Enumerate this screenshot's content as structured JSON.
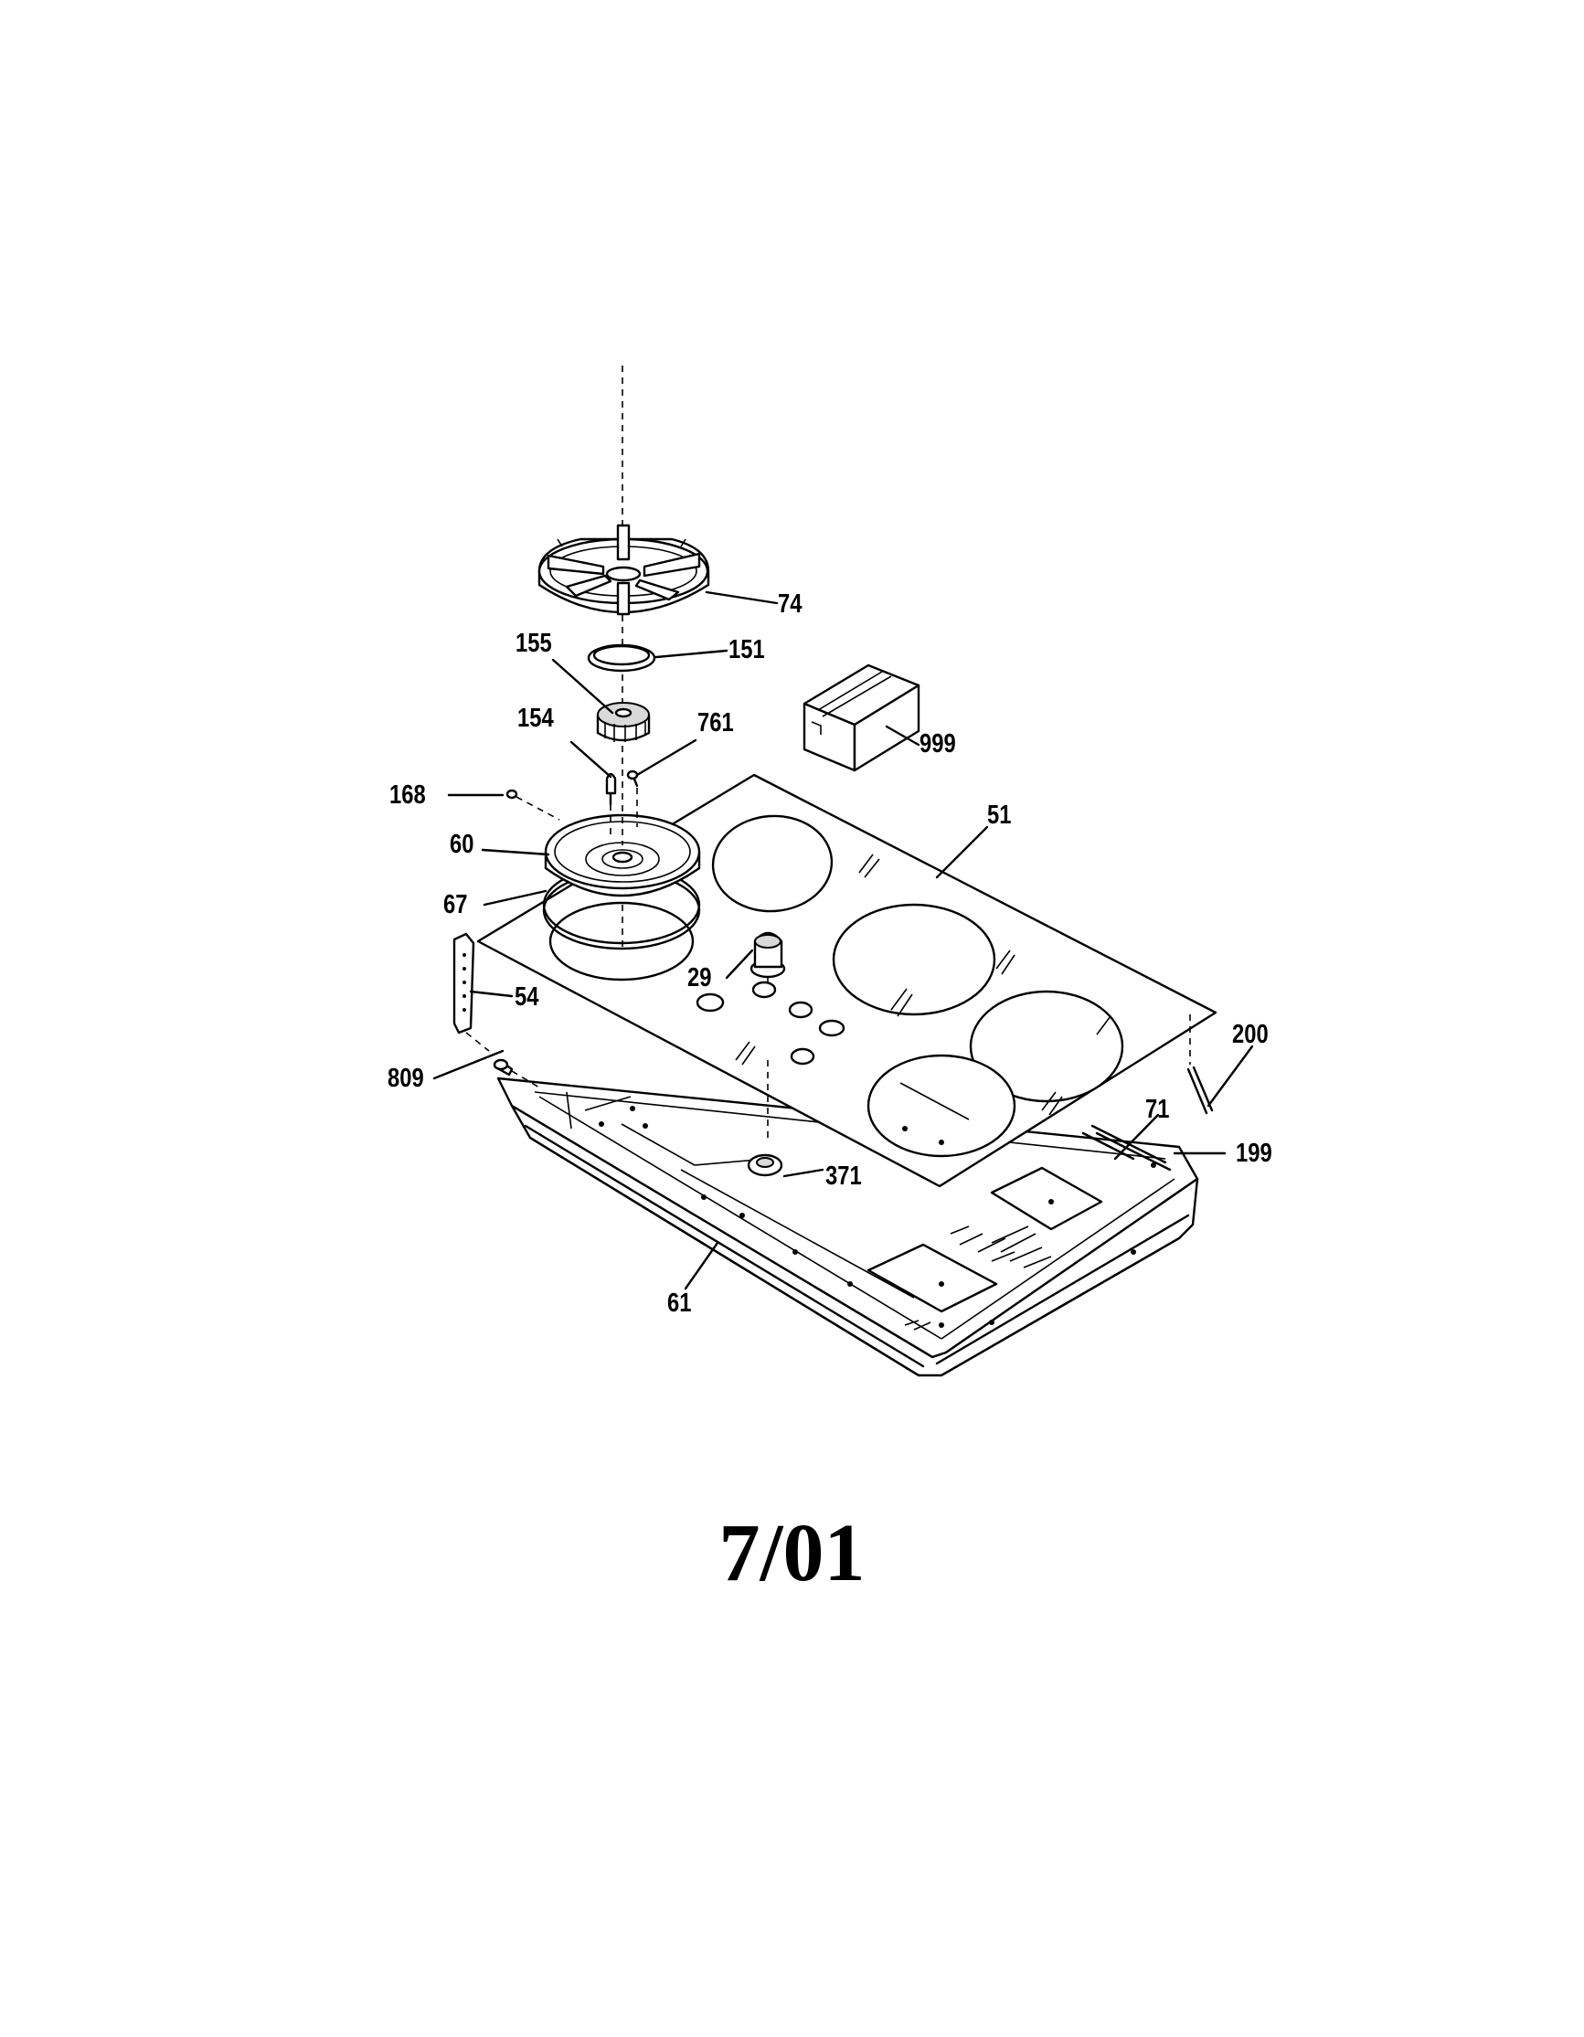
{
  "diagram": {
    "part_labels": {
      "p74": "74",
      "p151": "151",
      "p155": "155",
      "p154": "154",
      "p761": "761",
      "p999": "999",
      "p168": "168",
      "p60": "60",
      "p51": "51",
      "p67": "67",
      "p29": "29",
      "p54": "54",
      "p200": "200",
      "p809": "809",
      "p71": "71",
      "p199": "199",
      "p371": "371",
      "p61": "61"
    },
    "date": "7/01"
  }
}
